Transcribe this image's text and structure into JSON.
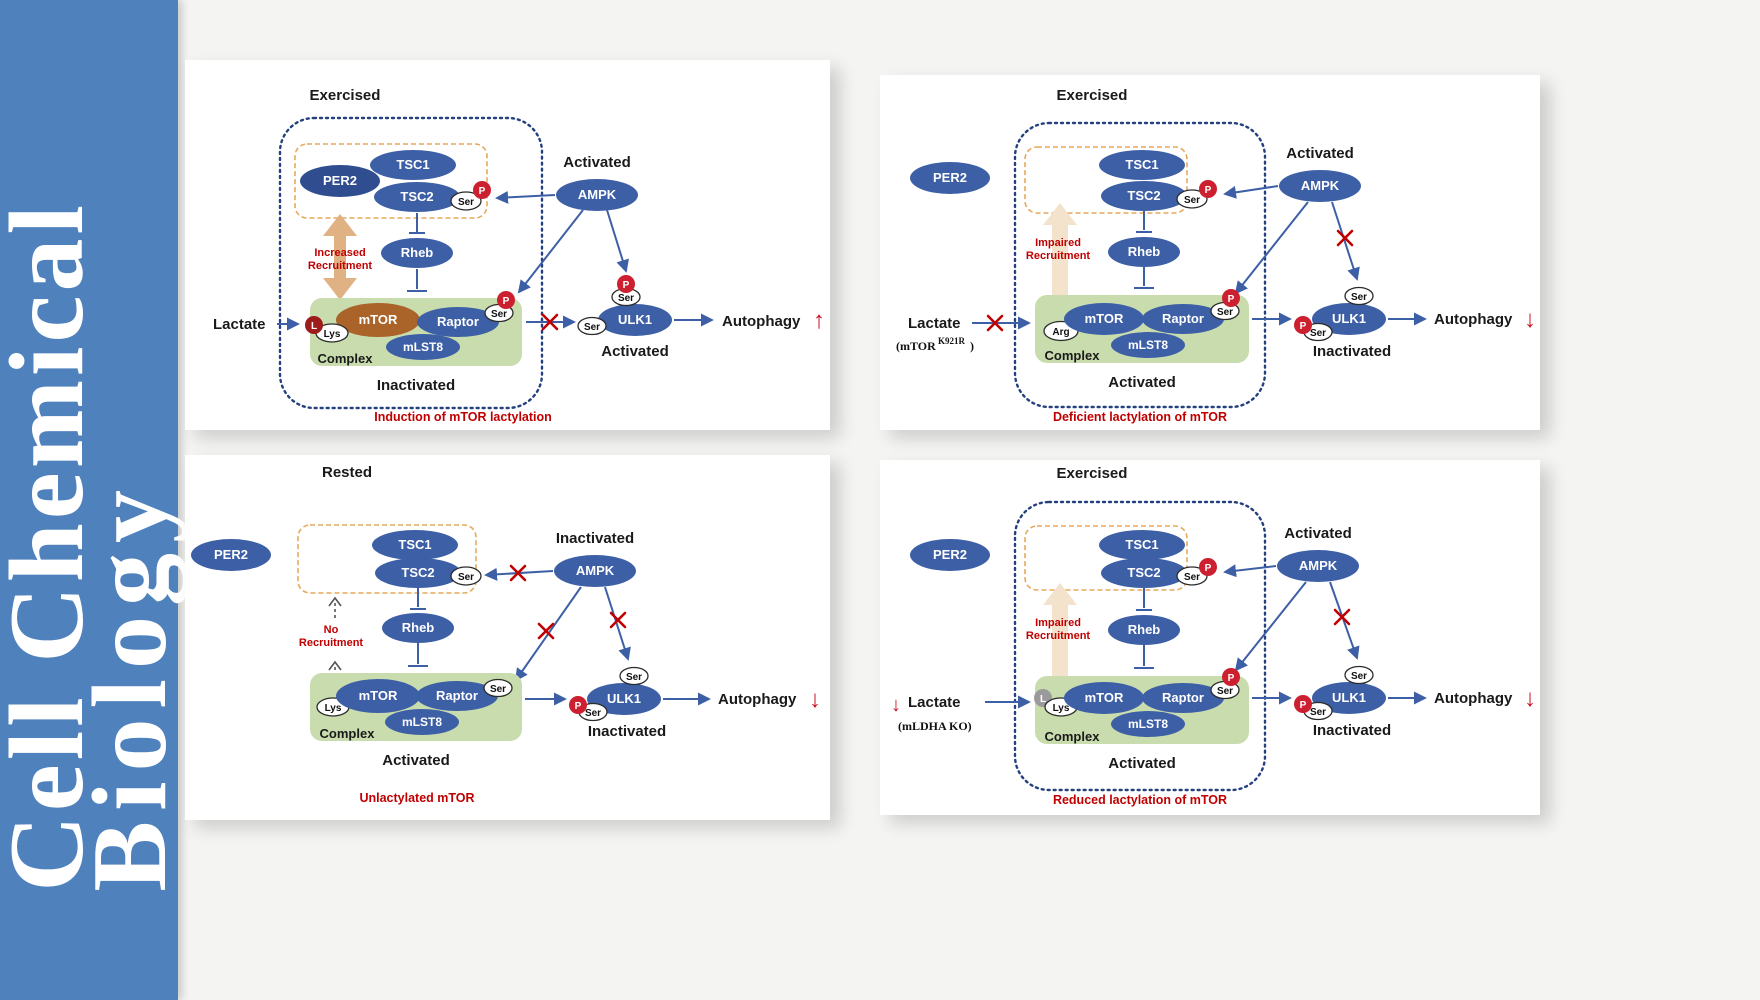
{
  "sidebar": {
    "journal_line1": "Cell Chemical",
    "journal_line2": "Biology"
  },
  "colors": {
    "sidebar_blue": "#4f81bd",
    "node_blue": "#3d5fa6",
    "per2_dark_blue": "#2f4d8f",
    "mtor_brown": "#aa6329",
    "complex_green": "#c9dcae",
    "phosphate_red": "#cc2030",
    "lactyl_dark_red": "#9e1b1b",
    "lactyl_gray": "#9a9a9a",
    "accent_red": "#c00000",
    "recruitment_tan": "#e0b183"
  },
  "panels": {
    "p1": {
      "title": "Exercised",
      "per2": "PER2",
      "tsc1": "TSC1",
      "tsc2": "TSC2",
      "tsc2_site": "Ser",
      "tsc2_p": "P",
      "ampk_state": "Activated",
      "ampk": "AMPK",
      "recruit1": "Increased",
      "recruit2": "Recruitment",
      "rheb": "Rheb",
      "lactate": "Lactate",
      "l_badge": "L",
      "lys": "Lys",
      "mtor": "mTOR",
      "raptor": "Raptor",
      "raptor_site": "Ser",
      "raptor_p": "P",
      "mlst8": "mLST8",
      "complex": "Complex",
      "complex_state": "Inactivated",
      "ulk1": "ULK1",
      "ulk1_top_site": "Ser",
      "ulk1_top_p": "P",
      "ulk1_left_site": "Ser",
      "ulk1_state": "Activated",
      "autophagy": "Autophagy",
      "autophagy_dir": "↑",
      "caption": "Induction of mTOR lactylation"
    },
    "p2": {
      "title": "Exercised",
      "per2": "PER2",
      "tsc1": "TSC1",
      "tsc2": "TSC2",
      "tsc2_site": "Ser",
      "tsc2_p": "P",
      "ampk_state": "Activated",
      "ampk": "AMPK",
      "recruit1": "Impaired",
      "recruit2": "Recruitment",
      "rheb": "Rheb",
      "lactate": "Lactate",
      "lactate_note_pre": "(mTOR",
      "lactate_note_sup": "K921R",
      "lactate_note_post": ")",
      "arg": "Arg",
      "mtor": "mTOR",
      "raptor": "Raptor",
      "raptor_site": "Ser",
      "raptor_p": "P",
      "mlst8": "mLST8",
      "complex": "Complex",
      "complex_state": "Activated",
      "ulk1": "ULK1",
      "ulk1_top_site": "Ser",
      "ulk1_left_p": "P",
      "ulk1_left_site": "Ser",
      "ulk1_state": "Inactivated",
      "autophagy": "Autophagy",
      "autophagy_dir": "↓",
      "caption": "Deficient lactylation of mTOR"
    },
    "p3": {
      "title": "Rested",
      "per2": "PER2",
      "tsc1": "TSC1",
      "tsc2": "TSC2",
      "tsc2_site": "Ser",
      "ampk_state": "Inactivated",
      "ampk": "AMPK",
      "recruit1": "No",
      "recruit2": "Recruitment",
      "rheb": "Rheb",
      "lys": "Lys",
      "mtor": "mTOR",
      "raptor": "Raptor",
      "raptor_site": "Ser",
      "mlst8": "mLST8",
      "complex": "Complex",
      "complex_state": "Activated",
      "ulk1": "ULK1",
      "ulk1_top_site": "Ser",
      "ulk1_left_p": "P",
      "ulk1_left_site": "Ser",
      "ulk1_state": "Inactivated",
      "autophagy": "Autophagy",
      "autophagy_dir": "↓",
      "caption": "Unlactylated mTOR"
    },
    "p4": {
      "title": "Exercised",
      "per2": "PER2",
      "tsc1": "TSC1",
      "tsc2": "TSC2",
      "tsc2_site": "Ser",
      "tsc2_p": "P",
      "ampk_state": "Activated",
      "ampk": "AMPK",
      "recruit1": "Impaired",
      "recruit2": "Recruitment",
      "rheb": "Rheb",
      "lactate_dir": "↓",
      "lactate": "Lactate",
      "lactate_note": "(mLDHA KO)",
      "l_badge": "L",
      "lys": "Lys",
      "mtor": "mTOR",
      "raptor": "Raptor",
      "raptor_site": "Ser",
      "raptor_p": "P",
      "mlst8": "mLST8",
      "complex": "Complex",
      "complex_state": "Activated",
      "ulk1": "ULK1",
      "ulk1_top_site": "Ser",
      "ulk1_left_p": "P",
      "ulk1_left_site": "Ser",
      "ulk1_state": "Inactivated",
      "autophagy": "Autophagy",
      "autophagy_dir": "↓",
      "caption": "Reduced lactylation of mTOR"
    }
  }
}
